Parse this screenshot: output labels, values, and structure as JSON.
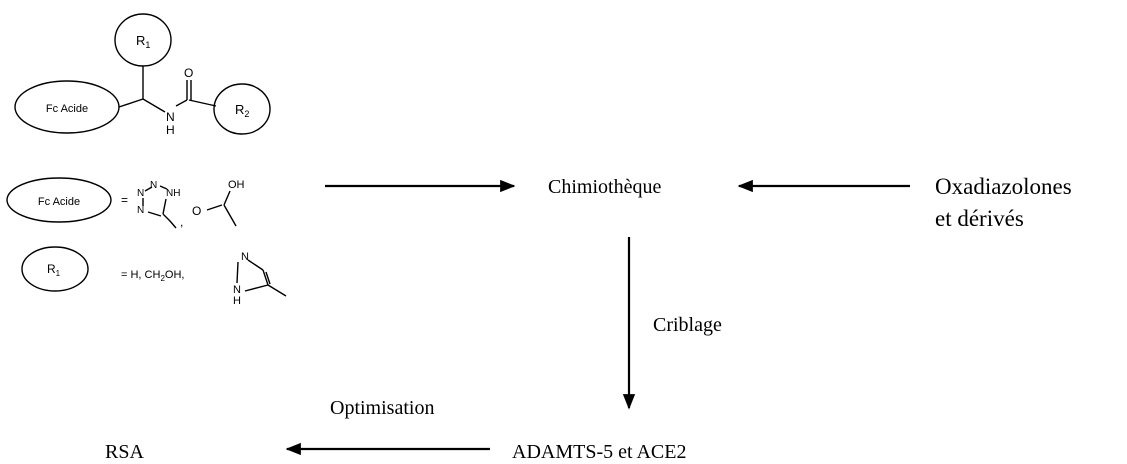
{
  "structure": {
    "r1_label": "R",
    "r1_sub": "1",
    "r2_label": "R",
    "r2_sub": "2",
    "fc_acide": "Fc Acide",
    "atom_o": "O",
    "atom_n": "N",
    "atom_h": "H"
  },
  "legend": {
    "fc_acide": "Fc Acide",
    "equals": "=",
    "tetrazole_n1": "N",
    "tetrazole_n2": "N",
    "tetrazole_n3": "N",
    "tetrazole_n4": "N",
    "tetrazole_nh": "NH",
    "comma": ",",
    "sep_o": "O",
    "oh": "OH",
    "r1_label": "R",
    "r1_sub": "1",
    "r1_values": "= H, CH",
    "ch2oh_sub": "2",
    "ch2oh_tail": "OH,",
    "imidazole_n": "N",
    "imidazole_nh_n": "N",
    "imidazole_h": "H"
  },
  "flow": {
    "chimiotheque": "Chimiothèque",
    "oxadiazolones_line1": "Oxadiazolones",
    "oxadiazolones_line2": "et dérivés",
    "criblage": "Criblage",
    "adamts": "ADAMTS-5 et ACE2",
    "optimisation": "Optimisation",
    "rsa": "RSA"
  }
}
